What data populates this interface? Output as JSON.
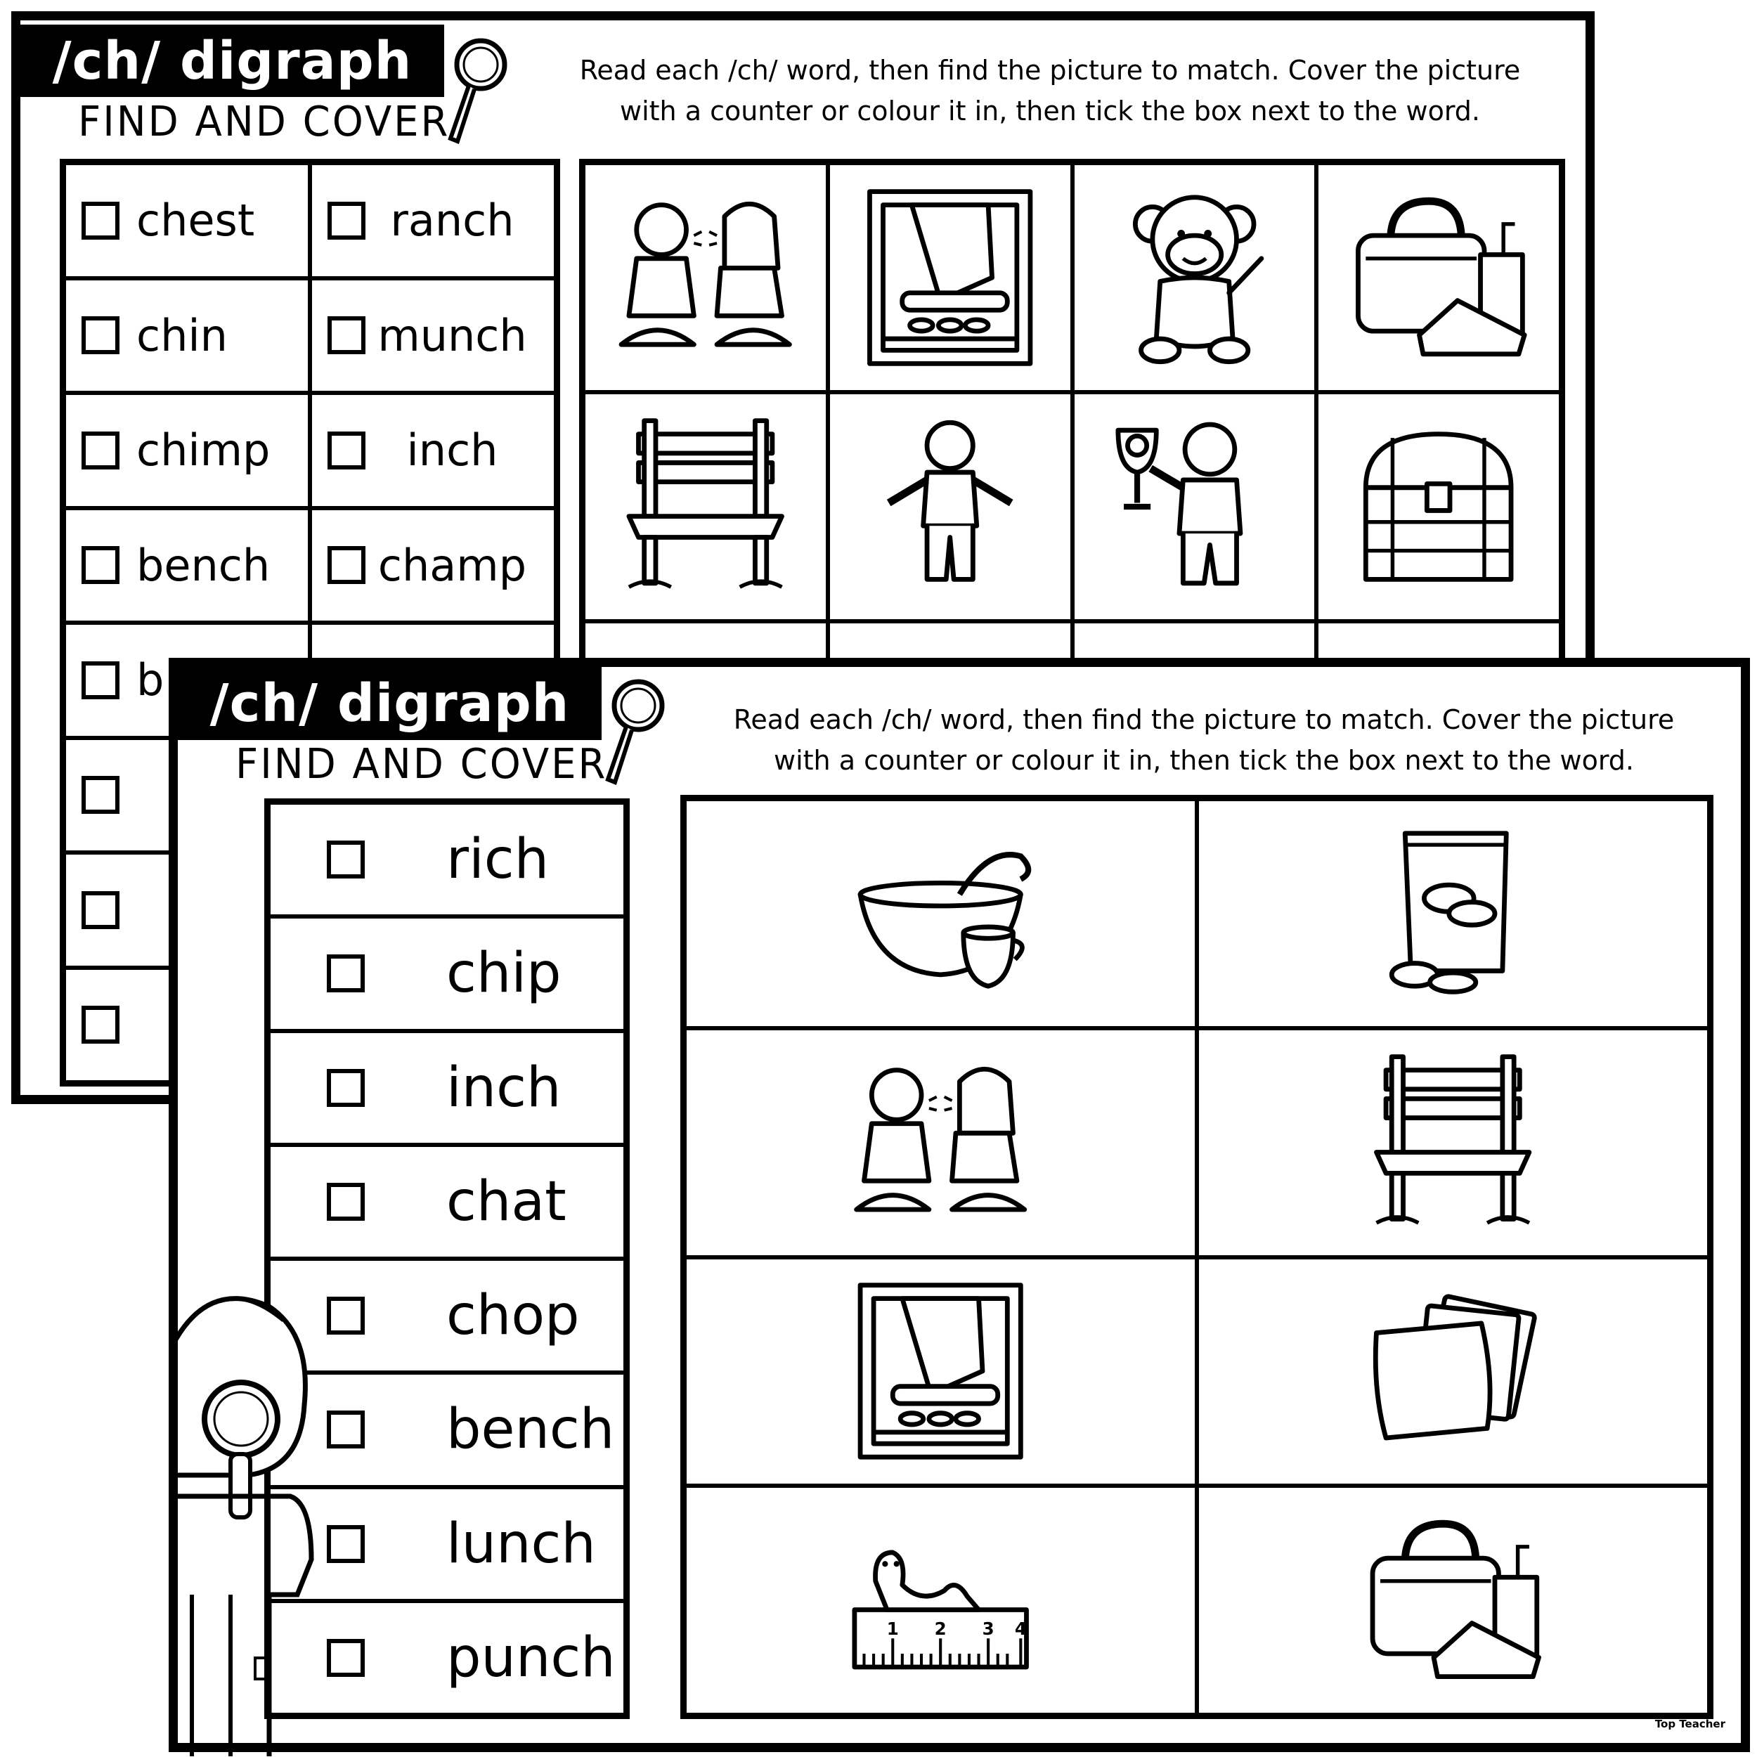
{
  "back_sheet": {
    "title": "/ch/ digraph",
    "subtitle": "FIND AND COVER",
    "instructions": [
      "Read each /ch/ word, then find the picture to match. Cover the picture",
      "with a counter or colour it in, then tick the box next to the word."
    ],
    "words_left": [
      "chest",
      "chin",
      "chimp",
      "bench",
      "b",
      "",
      "",
      ""
    ],
    "words_right": [
      "ranch",
      "munch",
      "inch",
      "champ",
      "",
      "",
      "",
      ""
    ],
    "pictures": [
      "children-chatting-icon",
      "rolling-pin-chop-icon",
      "chimp-icon",
      "lunch-box-icon",
      "bench-icon",
      "boy-pointing-chin-icon",
      "champ-trophy-icon",
      "treasure-chest-icon",
      "hidden-icon",
      "hidden-icon",
      "hidden-icon",
      "hidden-icon"
    ]
  },
  "front_sheet": {
    "title": "/ch/ digraph",
    "subtitle": "FIND AND COVER",
    "instructions": [
      "Read each /ch/ word, then find the picture to match. Cover the picture",
      "with a counter or colour it in, then tick the box next to the word."
    ],
    "words": [
      "rich",
      "chip",
      "inch",
      "chat",
      "chop",
      "bench",
      "lunch",
      "punch"
    ],
    "checked": [
      false,
      false,
      false,
      false,
      false,
      false,
      false,
      false
    ],
    "pictures": [
      "punch-bowl-icon",
      "chips-bag-icon",
      "children-chatting-icon",
      "bench-icon",
      "rolling-pin-chop-icon",
      "money-rich-icon",
      "inchworm-ruler-icon",
      "lunch-box-icon"
    ],
    "ruler_numbers": [
      "1",
      "2",
      "3",
      "4"
    ],
    "credit": "Top Teacher"
  }
}
